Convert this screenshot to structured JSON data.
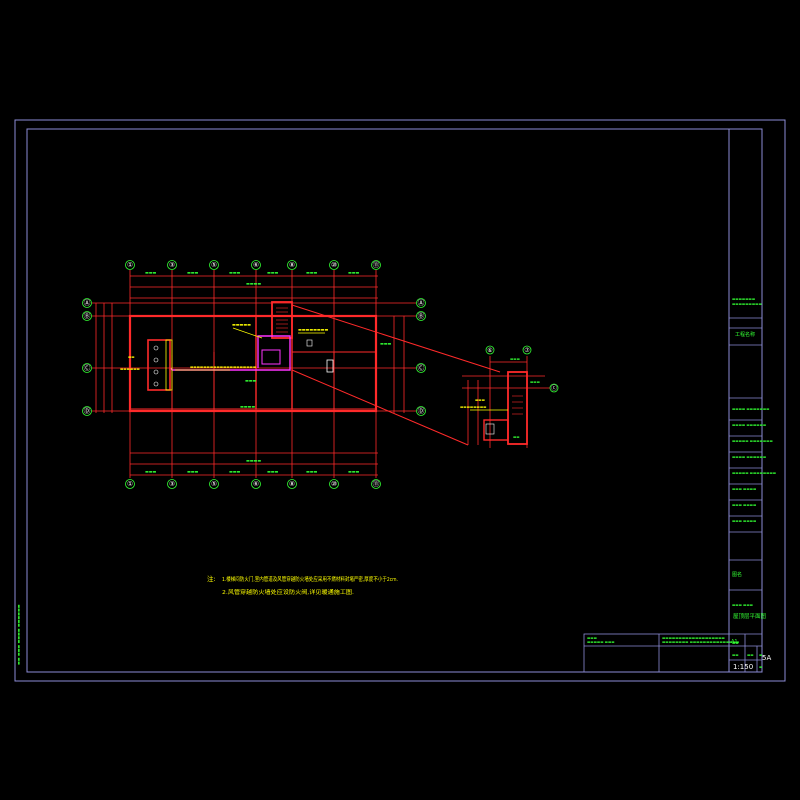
{
  "colors": {
    "background": "#000000",
    "frame": "#8d8dd6",
    "wall": "#ff2a2a",
    "axis_bubble": "#33ff33",
    "dimension_text": "#33ff33",
    "annotation": "#ffff00",
    "fire_zone": "#ff33ff",
    "note_text": "#ffff00",
    "titleblock_text": "#33ff33",
    "white": "#ffffff"
  },
  "plan": {
    "axes_horizontal": [
      "①",
      "③",
      "⑤",
      "⑥",
      "⑧",
      "⑩",
      "⑪"
    ],
    "axes_vertical": [
      "Ⓐ",
      "Ⓑ",
      "Ⓒ",
      "Ⓓ"
    ]
  },
  "detail": {
    "axes_top": [
      "⑥",
      "⑦"
    ],
    "axis_right": "ⓒ"
  },
  "notes": {
    "prefix": "注:",
    "line1": "1.楼梯间防火门,室内管道及风管穿越防火墙处应采用不燃材料封堵严密,厚度不小于2cm.",
    "line2": "2.风管穿越防火墙处应设防火阀,详见暖通施工图."
  },
  "titleblock": {
    "scale": "1:150",
    "sheet_no": "5A",
    "drawing_name": "屋顶层平面图",
    "mark": "A1",
    "section_1": "工程名称",
    "section_2": "图名"
  }
}
